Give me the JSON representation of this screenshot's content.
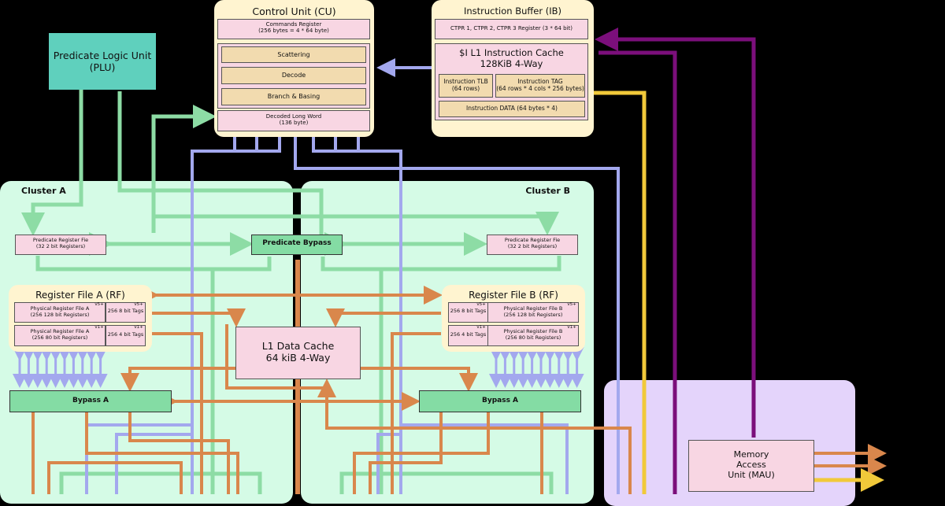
{
  "plu": {
    "label": "Predicate Logic Unit\n(PLU)"
  },
  "cu": {
    "title": "Control Unit (CU)",
    "commands_register": "Commands Register\n(256 bytes = 4 * 64 byte)",
    "scattering": "Scattering",
    "decode": "Decode",
    "branch": "Branch & Basing",
    "decoded_long_word": "Decoded Long Word\n(136 byte)"
  },
  "ib": {
    "title": "Instruction Buffer (IB)",
    "ctpr": "CTPR 1, CTPR 2, CTPR 3 Register (3 * 64 bit)",
    "l1_icache": "$I L1 Instruction Cache\n128KiB 4-Way",
    "tlb": "Instruction TLB\n(64 rows)",
    "tag": "Instruction TAG\n(64 rows * 4 cols * 256 bytes)",
    "data": "Instruction DATA (64 bytes * 4)"
  },
  "cluster_a": {
    "title": "Cluster A",
    "pred_reg": "Predicate Register Fie\n(32 2 bit Registers)",
    "rf_title": "Register File A (RF)",
    "phys1": "Physical Register File A\n(256 128 bit Registers)",
    "tags1": "256 8 bit Tags",
    "phys2": "Physical Register File A\n(256 80 bit Registers)",
    "tags2": "256 4 bit Tags",
    "v5": "v5+",
    "v1": "v1+",
    "bypass": "Bypass A"
  },
  "cluster_b": {
    "title": "Cluster B",
    "pred_reg": "Predicate Register Fie\n(32 2 bit Registers)",
    "rf_title": "Register File B (RF)",
    "phys1": "Physical Register File B\n(256 128 bit Registers)",
    "tags1": "256 8 bit Tags",
    "phys2": "Physical Register File B\n(256 80 bit Registers)",
    "tags2": "256 4 bit Tags",
    "v5": "v5+",
    "v1": "v1+",
    "bypass": "Bypass A"
  },
  "predicate_bypass": "Predicate Bypass",
  "l1_dcache": "L1 Data Cache\n64 kiB 4-Way",
  "mau": "Memory\nAccess\nUnit (MAU)",
  "colors": {
    "green_wire": "#8ddca5",
    "blue_wire": "#a3a8ee",
    "orange_wire": "#d9874c",
    "purple_wire": "#7b0f7b",
    "yellow_wire": "#f1c93a"
  }
}
